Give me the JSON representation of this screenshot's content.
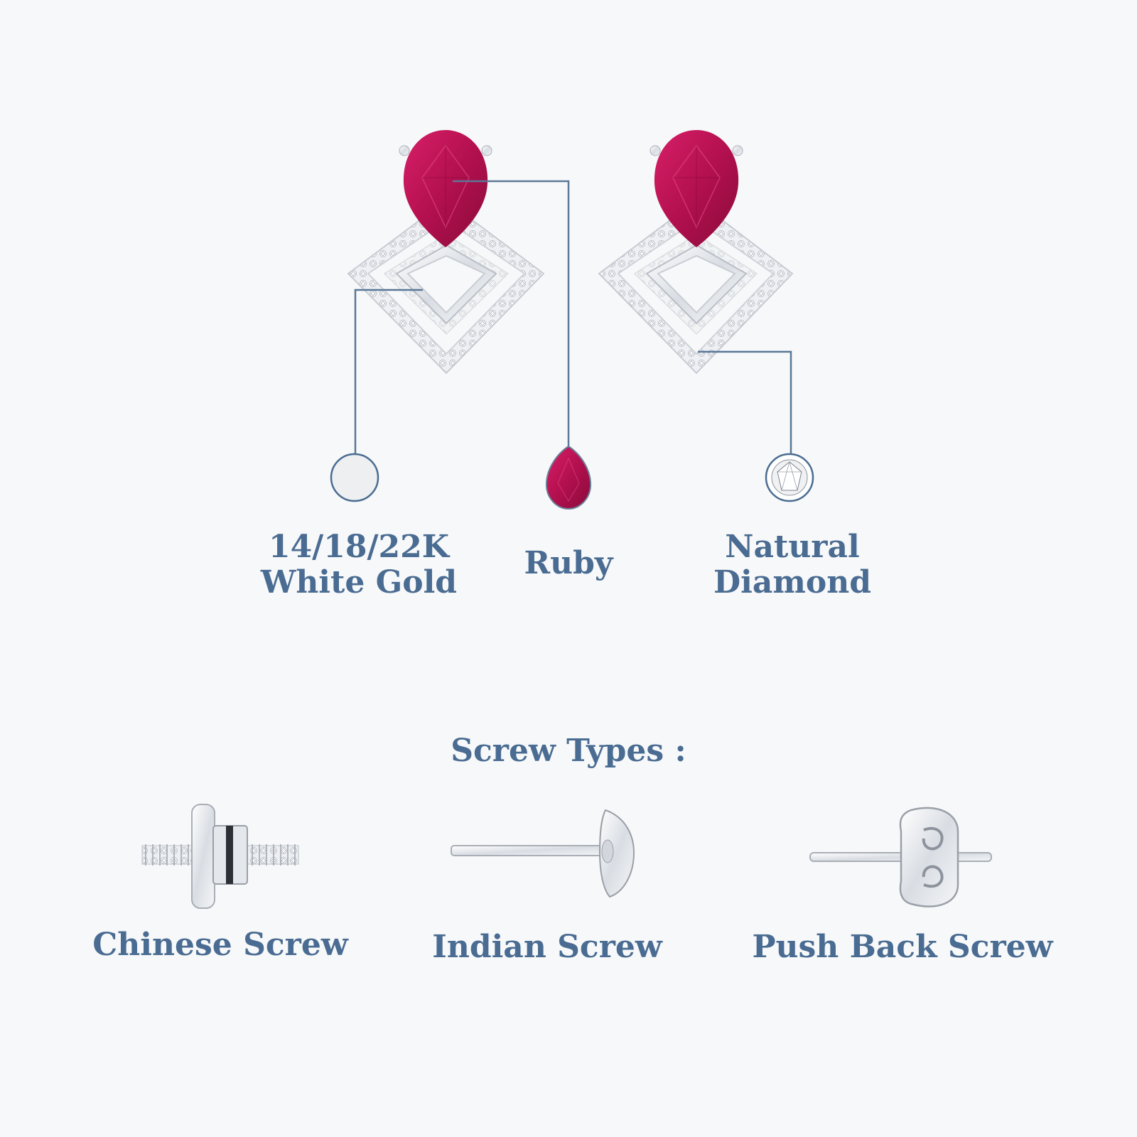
{
  "materials": {
    "gold": {
      "line1": "14/18/22K",
      "line2": "White Gold"
    },
    "ruby": {
      "label": "Ruby"
    },
    "diamond": {
      "line1": "Natural",
      "line2": "Diamond"
    }
  },
  "screw_types": {
    "title": "Screw Types :",
    "items": [
      {
        "label": "Chinese Screw"
      },
      {
        "label": "Indian Screw"
      },
      {
        "label": "Push Back Screw"
      }
    ]
  },
  "colors": {
    "background": "#f7f8f9",
    "text": "#4a6c92",
    "leader_line": "#5a7898",
    "ruby": "#b0124f",
    "metal": "#e8eaee"
  }
}
